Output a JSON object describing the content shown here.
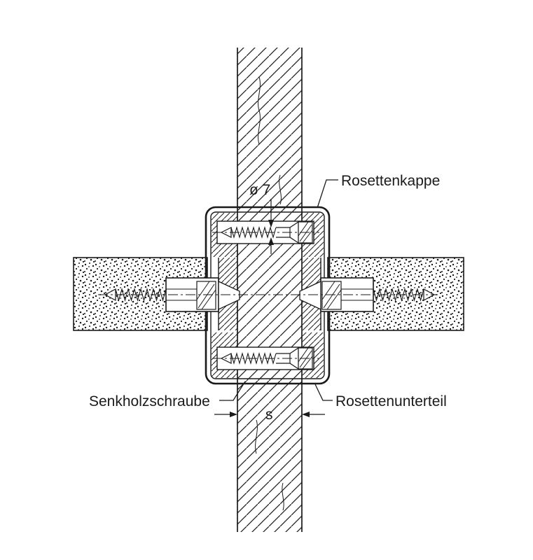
{
  "diagram": {
    "title": "rosette fitting cross-section",
    "labels": {
      "rosettenkappe": "Rosettenkappe",
      "senkholzschraube": "Senkholzschraube",
      "rosettenunterteil": "Rosettenunterteil"
    },
    "dimensions": {
      "screw_diameter": "ø 7",
      "thickness": "s"
    },
    "colors": {
      "line": "#1a1a1a",
      "background": "#ffffff"
    }
  }
}
